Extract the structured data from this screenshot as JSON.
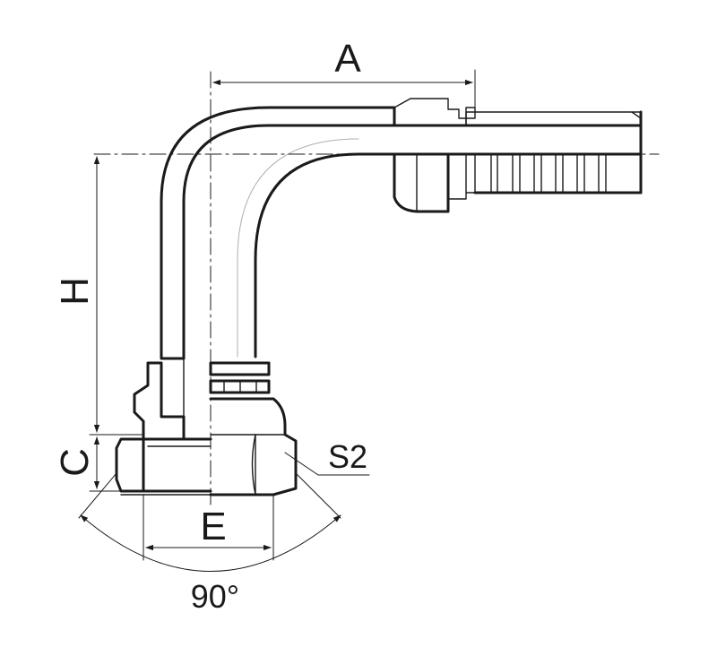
{
  "labels": {
    "dim_a": "A",
    "dim_h": "H",
    "dim_c": "C",
    "dim_e": "E",
    "dim_s2": "S2",
    "angle": "90°"
  },
  "colors": {
    "line": "#1a1a1a",
    "background": "#ffffff"
  }
}
